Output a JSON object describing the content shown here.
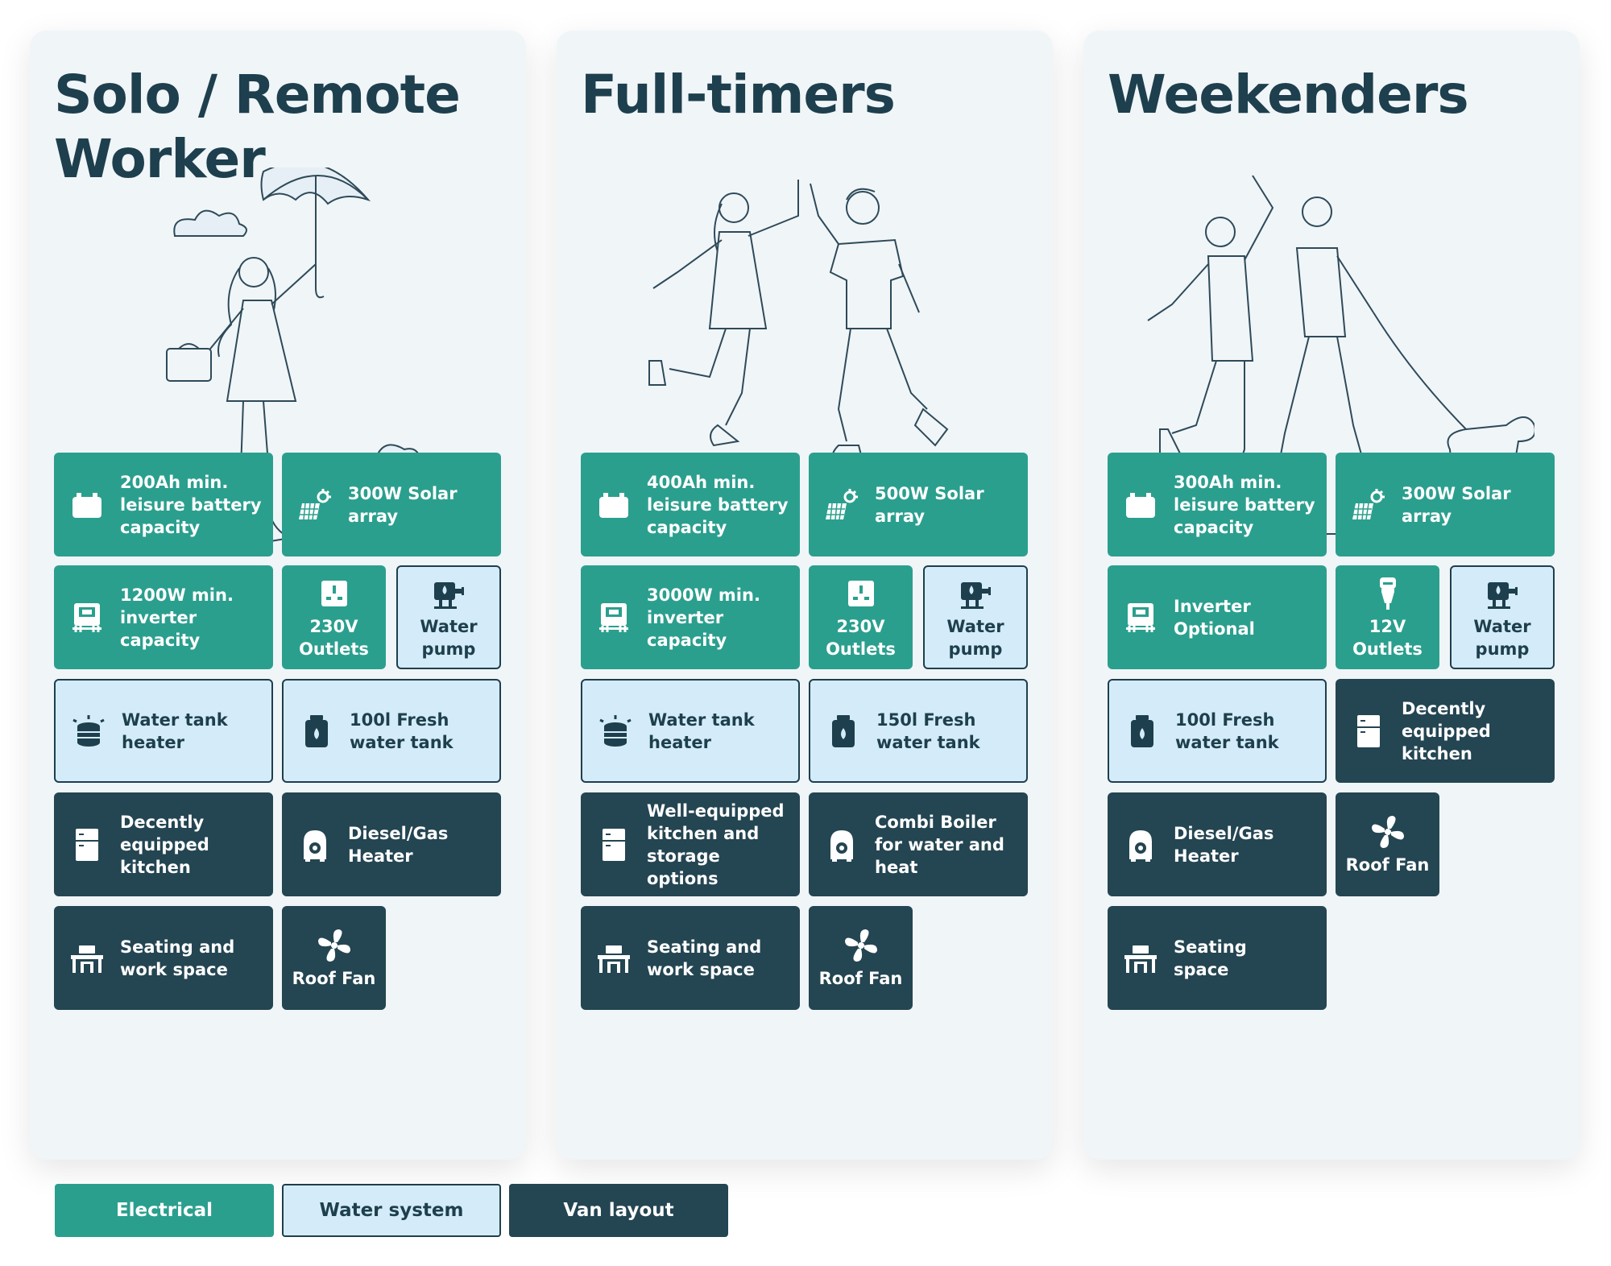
{
  "colors": {
    "electrical": "#2b9f8e",
    "water_system": "#d4ecfa",
    "van_layout": "#244552",
    "title": "#1e3f4d",
    "card_bg": "#f0f5f8"
  },
  "cards": [
    {
      "title": "Solo / Remote Worker",
      "illustration": "woman-with-umbrella-and-briefcase",
      "tiles": [
        {
          "label": "200Ah min.\nleisure battery\ncapacity",
          "icon": "battery-icon"
        },
        {
          "label": "300W Solar\narray",
          "icon": "solar-panel-icon"
        },
        {
          "label": "1200W min.\ninverter\ncapacity",
          "icon": "inverter-icon"
        },
        {
          "label": "230V\nOutlets",
          "icon": "outlet-icon"
        },
        {
          "label": "Water\npump",
          "icon": "water-pump-icon"
        },
        {
          "label": "Water tank\nheater",
          "icon": "tank-heater-icon"
        },
        {
          "label": "100l Fresh\nwater tank",
          "icon": "water-tank-icon"
        },
        {
          "label": "Decently\nequipped\nkitchen",
          "icon": "fridge-icon"
        },
        {
          "label": "Diesel/Gas\nHeater",
          "icon": "heater-icon"
        },
        {
          "label": "Seating and\nwork space",
          "icon": "desk-icon"
        },
        {
          "label": "Roof Fan",
          "icon": "fan-icon"
        }
      ]
    },
    {
      "title": "Full-timers",
      "illustration": "couple-high-five",
      "tiles": [
        {
          "label": "400Ah min.\nleisure battery\ncapacity",
          "icon": "battery-icon"
        },
        {
          "label": "500W Solar\narray",
          "icon": "solar-panel-icon"
        },
        {
          "label": "3000W min.\ninverter\ncapacity",
          "icon": "inverter-icon"
        },
        {
          "label": "230V\nOutlets",
          "icon": "outlet-icon"
        },
        {
          "label": "Water\npump",
          "icon": "water-pump-icon"
        },
        {
          "label": "Water tank\nheater",
          "icon": "tank-heater-icon"
        },
        {
          "label": "150l Fresh\nwater tank",
          "icon": "water-tank-icon"
        },
        {
          "label": "Well-equipped\nkitchen and\nstorage options",
          "icon": "fridge-icon"
        },
        {
          "label": "Combi Boiler\nfor water and\nheat",
          "icon": "heater-icon"
        },
        {
          "label": "Seating and\nwork space",
          "icon": "desk-icon"
        },
        {
          "label": "Roof Fan",
          "icon": "fan-icon"
        }
      ]
    },
    {
      "title": "Weekenders",
      "illustration": "couple-walking-dog",
      "tiles": [
        {
          "label": "300Ah min.\nleisure battery\ncapacity",
          "icon": "battery-icon"
        },
        {
          "label": "300W Solar\narray",
          "icon": "solar-panel-icon"
        },
        {
          "label": "Inverter\nOptional",
          "icon": "inverter-icon"
        },
        {
          "label": "12V\nOutlets",
          "icon": "car-outlet-icon"
        },
        {
          "label": "Water\npump",
          "icon": "water-pump-icon"
        },
        {
          "label": "100l Fresh\nwater tank",
          "icon": "water-tank-icon"
        },
        {
          "label": "Decently\nequipped\nkitchen",
          "icon": "fridge-icon"
        },
        {
          "label": "Diesel/Gas\nHeater",
          "icon": "heater-icon"
        },
        {
          "label": "Roof Fan",
          "icon": "fan-icon"
        },
        {
          "label": "Seating\nspace",
          "icon": "desk-icon"
        }
      ]
    }
  ],
  "legend": {
    "electrical": "Electrical",
    "water_system": "Water system",
    "van_layout": "Van layout"
  }
}
